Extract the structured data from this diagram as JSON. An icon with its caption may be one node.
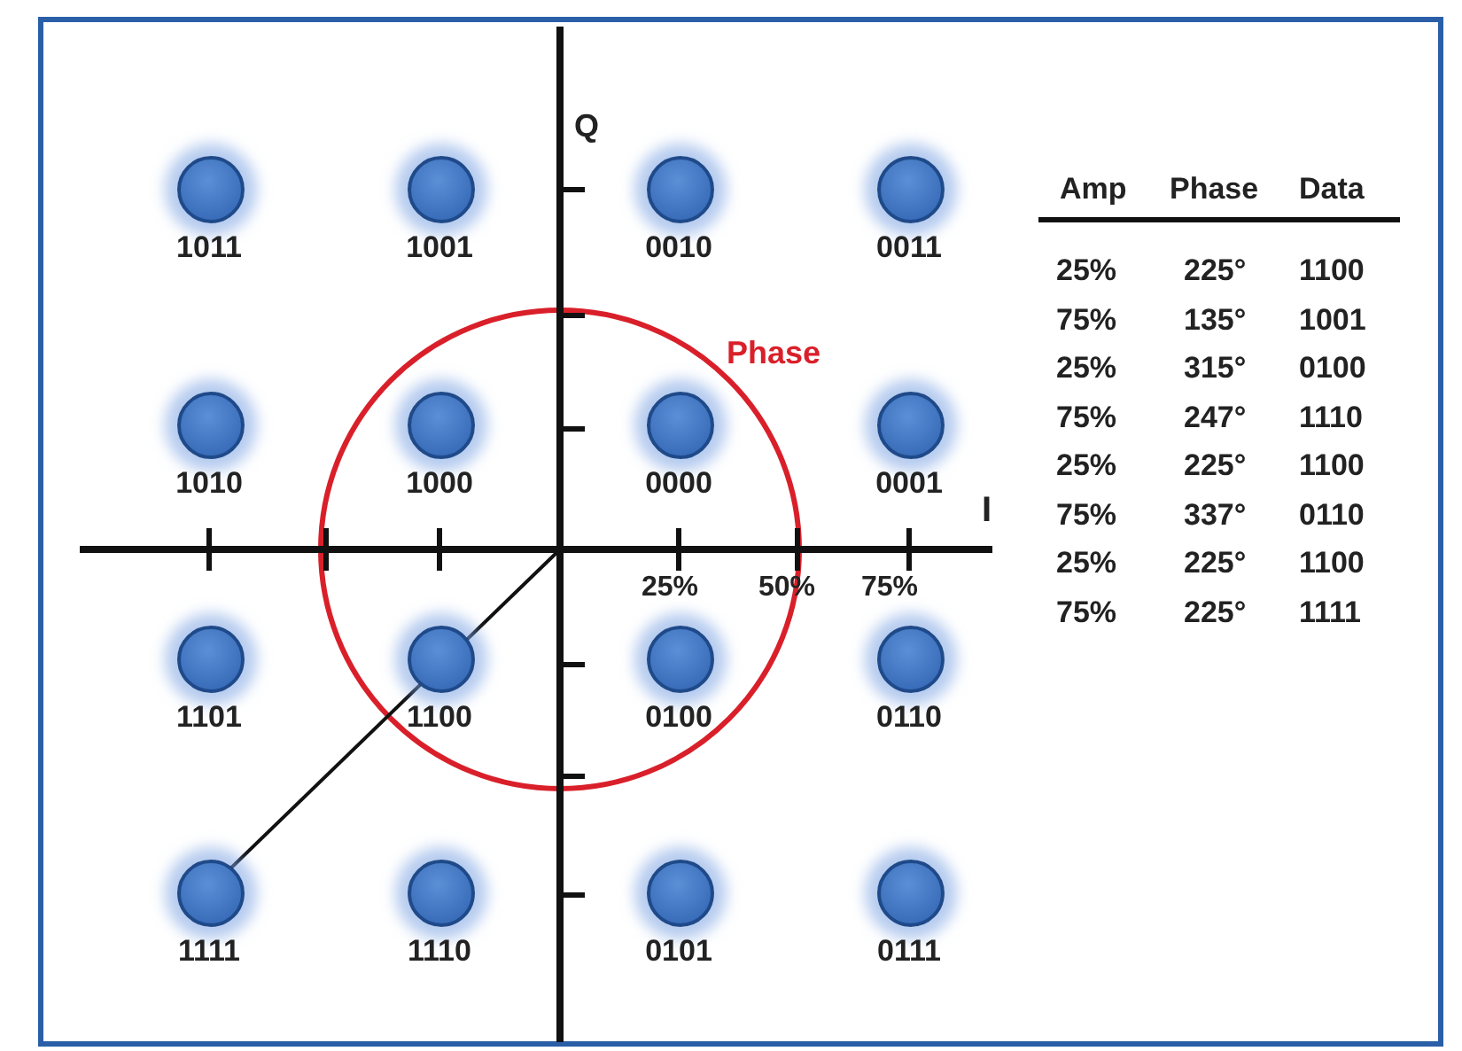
{
  "diagram": {
    "nodes": [
      {
        "text": [
          "1011"
        ]
      },
      {
        "text": [
          "1001"
        ]
      },
      {
        "text": [
          "0010"
        ]
      },
      {
        "text": [
          "0011"
        ]
      },
      {
        "text": [
          "1010"
        ]
      },
      {
        "text": [
          "1000"
        ]
      },
      {
        "text": [
          "0000"
        ]
      },
      {
        "text": [
          "0001"
        ]
      },
      {
        "text": [
          "1101"
        ]
      },
      {
        "text": [
          "1100"
        ]
      },
      {
        "text": [
          "0100"
        ]
      },
      {
        "text": [
          "0110"
        ]
      },
      {
        "text": [
          "1111"
        ]
      },
      {
        "text": [
          "1110"
        ]
      },
      {
        "text": [
          "0101"
        ]
      },
      {
        "text": [
          "0111"
        ]
      }
    ],
    "labels": [
      "Q",
      "Phase",
      "I",
      "25%",
      "50%",
      "75%",
      "Amp",
      "Phase",
      "Data",
      "25%",
      "225°",
      "1100",
      "75%",
      "135°",
      "1001",
      "25%",
      "315°",
      "0100",
      "75%",
      "247°",
      "1110",
      "25%",
      "225°",
      "1100",
      "75%",
      "337°",
      "0110",
      "25%",
      "225°",
      "1100",
      "75%",
      "225°",
      "1111"
    ]
  }
}
